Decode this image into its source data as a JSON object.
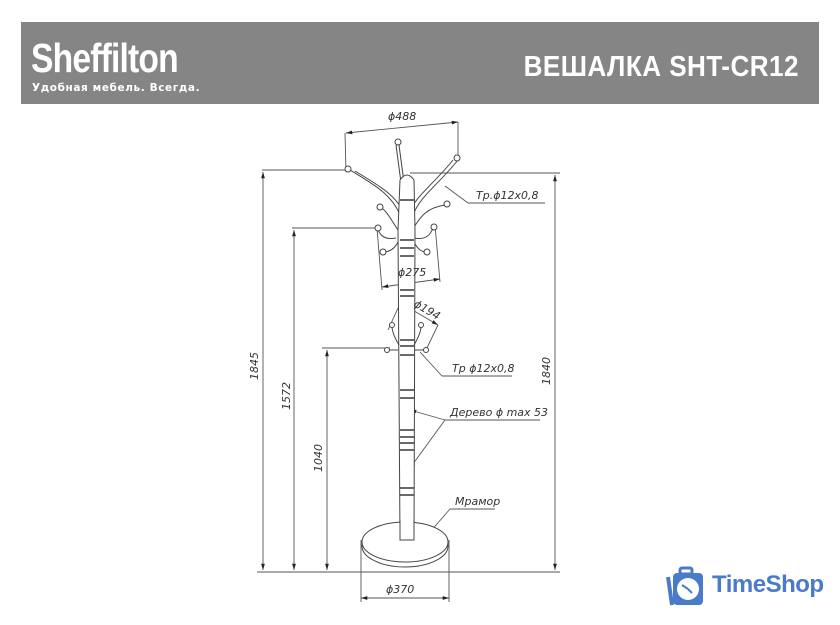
{
  "header": {
    "brand": "Sheffilton",
    "tagline": "Удобная мебель. Всегда.",
    "title": "ВЕШАЛКА SHT-CR12",
    "background_color": "#858585"
  },
  "drawing": {
    "dimensions": {
      "top_span": "ϕ488",
      "middle_span": "ϕ275",
      "lower_span": "ϕ194",
      "base_diameter": "ϕ370",
      "total_height_left": "1845",
      "total_height_right": "1840",
      "middle_hooks_height": "1572",
      "lower_hooks_height": "1040"
    },
    "callouts": {
      "upper_tube": "Тр.ϕ12x0,8",
      "lower_tube": "Тр  ϕ12x0,8",
      "wood": "Дерево ϕ max 53",
      "marble": "Мрамор"
    }
  },
  "watermark": {
    "name": "TimeShop",
    "color": "#4a7bc8",
    "icon": "clock-bag-icon"
  }
}
